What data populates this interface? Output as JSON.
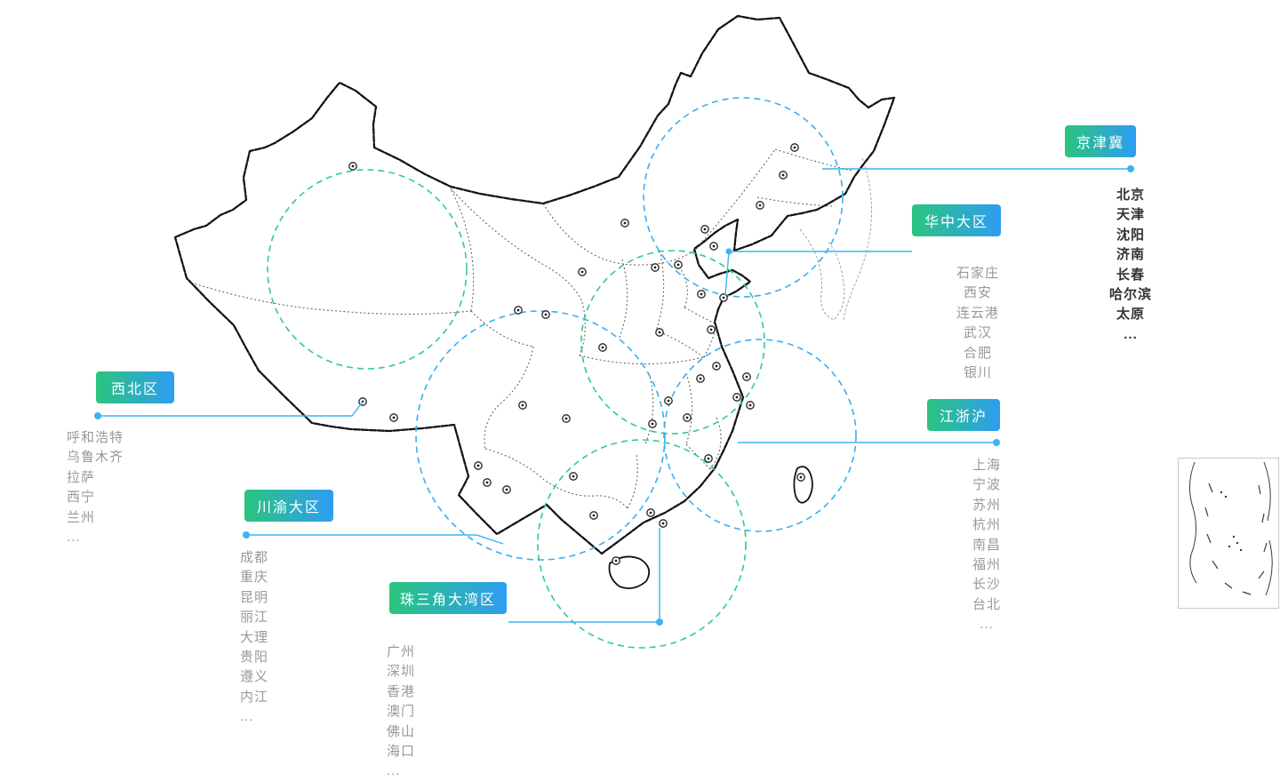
{
  "regions": [
    {
      "id": "jingjinji",
      "label": "京津冀",
      "cities": [
        "北京",
        "天津",
        "沈阳",
        "济南",
        "长春",
        "哈尔滨",
        "太原",
        "..."
      ]
    },
    {
      "id": "huazhong",
      "label": "华中大区",
      "cities": [
        "石家庄",
        "西安",
        "连云港",
        "武汉",
        "合肥",
        "银川"
      ]
    },
    {
      "id": "xibei",
      "label": "西北区",
      "cities": [
        "呼和浩特",
        "乌鲁木齐",
        "拉萨",
        "西宁",
        "兰州",
        "..."
      ]
    },
    {
      "id": "chuanyu",
      "label": "川渝大区",
      "cities": [
        "成都",
        "重庆",
        "昆明",
        "丽江",
        "大理",
        "贵阳",
        "遵义",
        "内江",
        "..."
      ]
    },
    {
      "id": "zhusanjiao",
      "label": "珠三角大湾区",
      "cities": [
        "广州",
        "深圳",
        "香港",
        "澳门",
        "佛山",
        "海口",
        "..."
      ]
    },
    {
      "id": "jiangzhehu",
      "label": "江浙沪",
      "cities": [
        "上海",
        "宁波",
        "苏州",
        "杭州",
        "南昌",
        "福州",
        "长沙",
        "台北",
        "..."
      ]
    }
  ],
  "icons": {
    "city_marker": "double-circle"
  },
  "colors": {
    "badge_gradient_start": "#2bc47e",
    "badge_gradient_end": "#2e9df2",
    "connector": "#3db3f0",
    "circle_green": "#2ecc8a",
    "circle_blue": "#38aef2",
    "map_stroke": "#141414",
    "province_stroke": "#3d3d3d",
    "city_list_dark": "#333333",
    "city_list_gray": "#999999"
  }
}
